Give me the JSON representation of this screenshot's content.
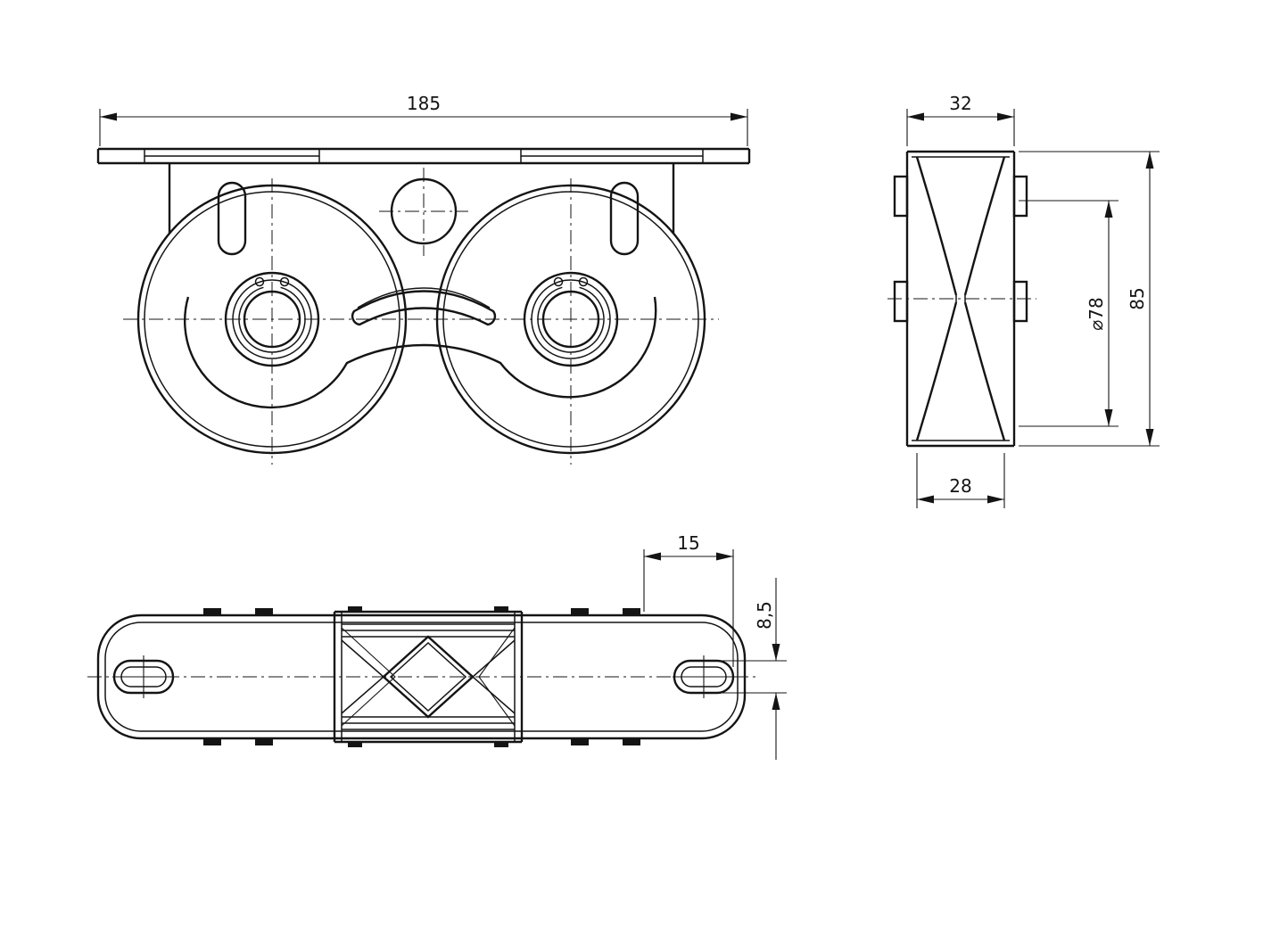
{
  "drawing": {
    "kind": "technical-drawing",
    "colors": {
      "line": "#141414",
      "background": "#ffffff"
    },
    "dimensions": {
      "front_overall_width": "185",
      "side_wheel_width": "32",
      "side_groove_diameter": "⌀78",
      "side_wheel_diameter": "85",
      "side_groove_opening": "28",
      "bottom_slot_length": "15",
      "bottom_slot_width": "8,5"
    }
  }
}
